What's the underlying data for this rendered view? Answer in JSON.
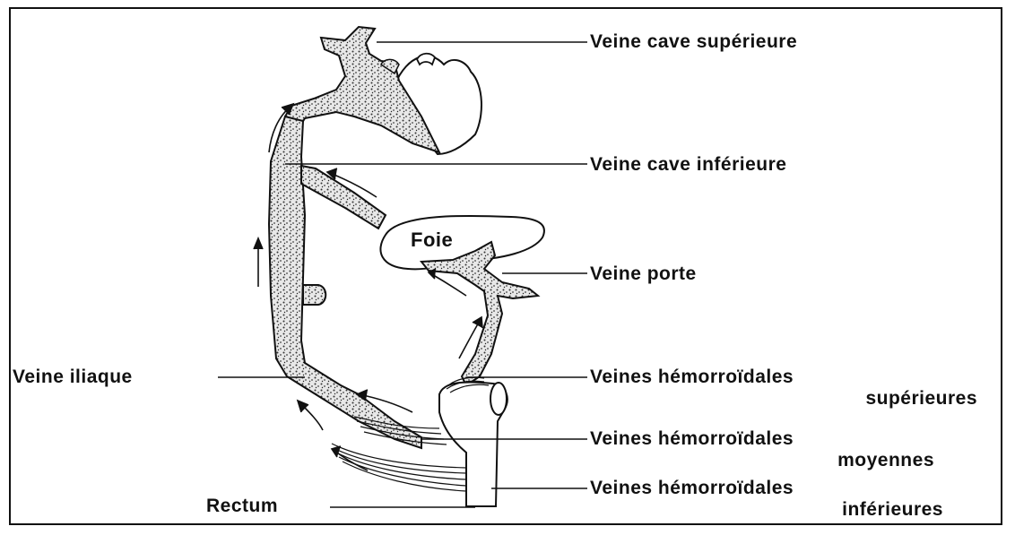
{
  "diagram": {
    "labels": {
      "vcs": "Veine cave supérieure",
      "vci": "Veine cave inférieure",
      "vp": "Veine porte",
      "vi": "Veine iliaque",
      "vhs_1": "Veines hémorroïdales",
      "vhs_2": "supérieures",
      "vhm_1": "Veines hémorroïdales",
      "vhm_2": "moyennes",
      "vhi_1": "Veines hémorroïdales",
      "vhi_2": "inférieures",
      "rectum": "Rectum",
      "foie": "Foie"
    },
    "colors": {
      "ink": "#111111",
      "vein_fill": "#cfcfcf",
      "background": "#ffffff"
    }
  }
}
